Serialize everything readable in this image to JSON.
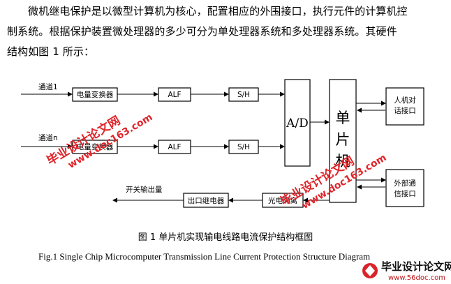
{
  "paragraph": {
    "line1": "微机继电保护是以微型计算机为核心，配置相应的外围接口，执行元件的计算机控",
    "line2": "制系统。根据保护装置微处理器的多少可分为单处理器系统和多处理器系统。其硬件",
    "line3": "结构如图 1 所示："
  },
  "diagram": {
    "channel1": "通道1",
    "channeln": "通道n",
    "converter1": "电量变换器",
    "convertern": "电量变换器",
    "alf1": "ALF",
    "alfn": "ALF",
    "sh1": "S/H",
    "shn": "S/H",
    "ad": "A/D",
    "mcu": [
      "单",
      "片",
      "机"
    ],
    "hmi": [
      "人机对",
      "话接口"
    ],
    "ext": [
      "外部通",
      "信接口"
    ],
    "relay": "出口继电器",
    "optocoupler": "光电隔离",
    "switch_output": "开关输出量"
  },
  "captions": {
    "cn": "图 1    单片机实现输电线路电流保护结构框图",
    "en": "Fig.1    Single Chip Microcomputer Transmission Line Current Protection Structure Diagram"
  },
  "watermark": {
    "text1": "毕业设计论文网",
    "url1": "www.doc163.com",
    "text2": "毕业设计论文网",
    "url2": "www.doc163.com",
    "logo_text": "毕业设计论文网",
    "logo_url": "www.56doc.com",
    "color": "#e0242a"
  }
}
